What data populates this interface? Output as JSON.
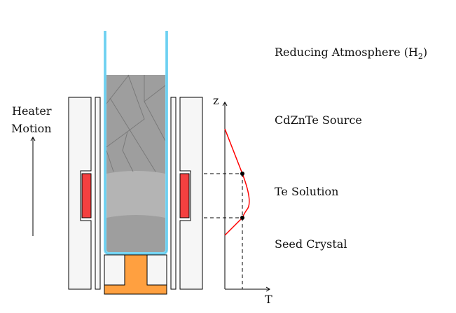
{
  "labels": {
    "heater_motion_1": "Heater",
    "heater_motion_2": "Motion",
    "atmosphere": "Reducing Atmosphere (H",
    "atmosphere_sub": "2",
    "atmosphere_close": ")",
    "source": "CdZnTe Source",
    "solution": "Te Solution",
    "seed": "Seed Crystal",
    "z_axis": "z",
    "t_axis": "T"
  },
  "colors": {
    "heater": "#f44040",
    "ampoule": "#7fd8f5",
    "pedestal": "#ffa040",
    "source": "#9e9e9e",
    "solution": "#b4b4b4",
    "profile": "#ff0000"
  }
}
